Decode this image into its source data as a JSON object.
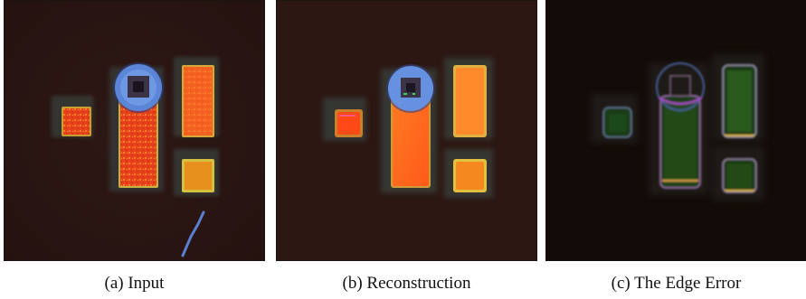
{
  "figure": {
    "panels": [
      {
        "id": "a",
        "caption": "(a) Input"
      },
      {
        "id": "b",
        "caption": "(b) Reconstruction"
      },
      {
        "id": "c",
        "caption": "(c) The Edge Error"
      }
    ]
  },
  "colors": {
    "background_dark_red": "#2a1512",
    "edge_error_background": "#120b08",
    "pad_orange": "#ff6a1e",
    "pad_yellow_edge": "#ffd24a",
    "blue_circle": "#4f7fd8",
    "edge_green": "#2f6a18"
  }
}
